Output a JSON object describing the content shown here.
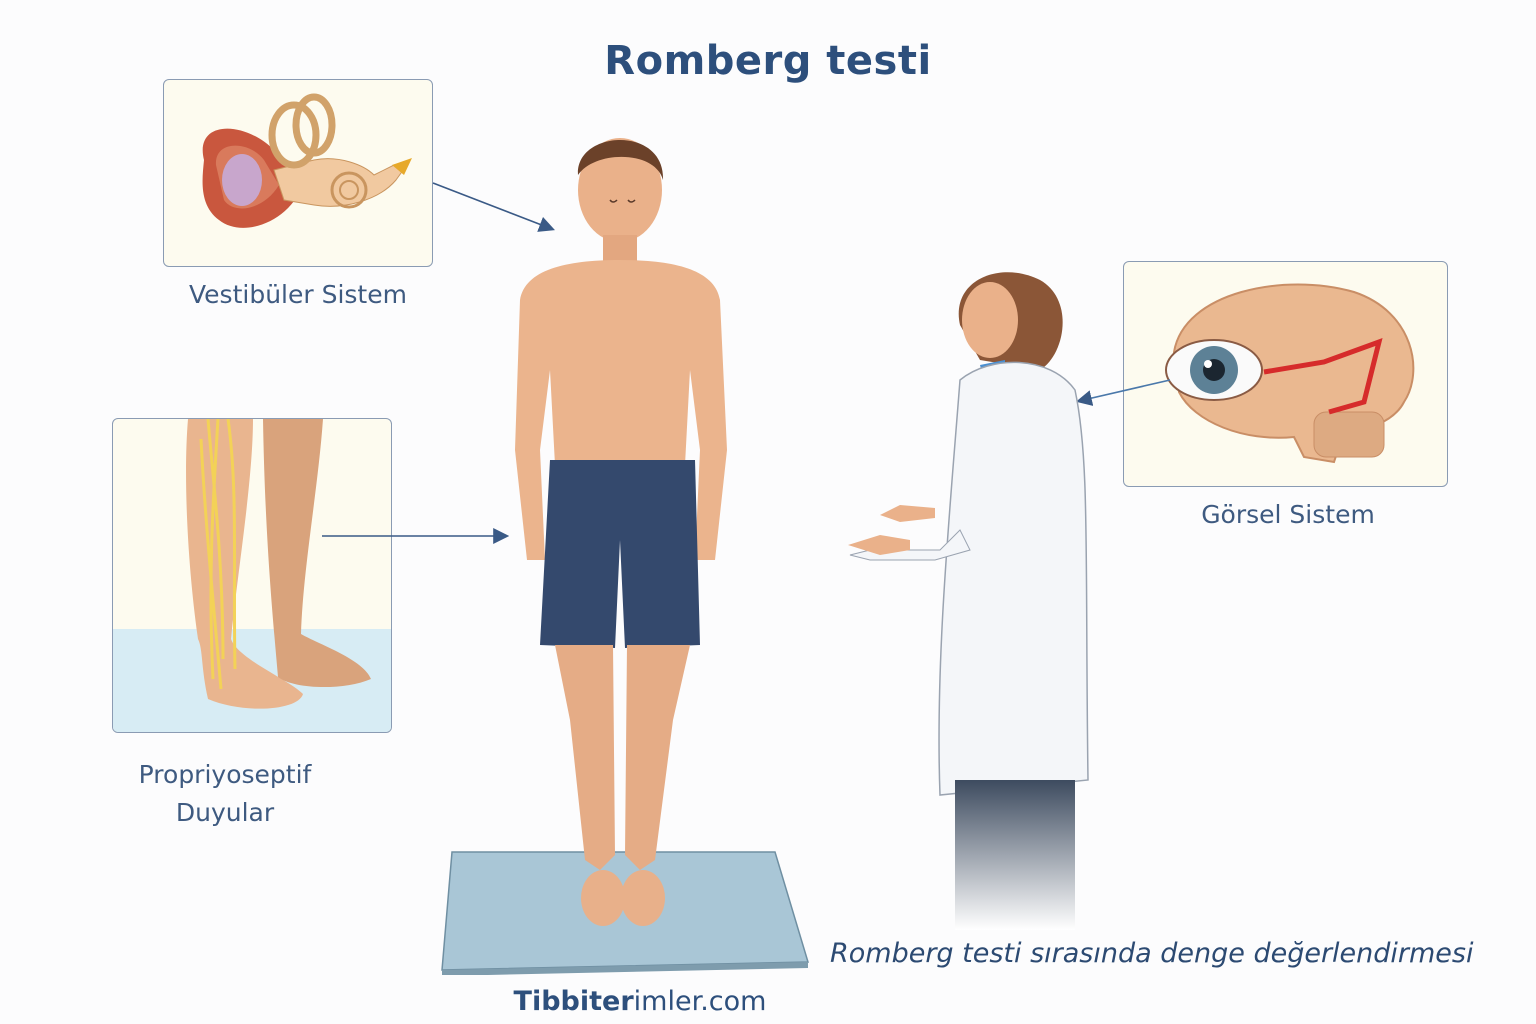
{
  "title": "Romberg testi",
  "panels": {
    "vestibular": {
      "label": "Vestibüler Sistem",
      "icon": "inner-ear-illustration"
    },
    "proprioceptive": {
      "label_line1": "Propriyoseptif",
      "label_line2": "Duyular",
      "icon": "leg-nerves-illustration"
    },
    "visual": {
      "label": "Görsel Sistem",
      "icon": "eye-brain-illustration"
    }
  },
  "figures": {
    "patient": "standing-patient-eyes-closed",
    "examiner": "doctor-in-white-coat",
    "platform": "balance-mat"
  },
  "caption": "Romberg testi sırasında denge değerlendirmesi",
  "brand": {
    "bold": "Tibbiter",
    "regular": "imler.com"
  },
  "colors": {
    "title": "#2d4f7c",
    "arrow": "#3a5a86",
    "panel_bg": "#fdfbef",
    "panel_border": "#8a9bb3",
    "shorts": "#34496d",
    "mat": "#a9c6d6",
    "skin": "#e8b48c"
  }
}
